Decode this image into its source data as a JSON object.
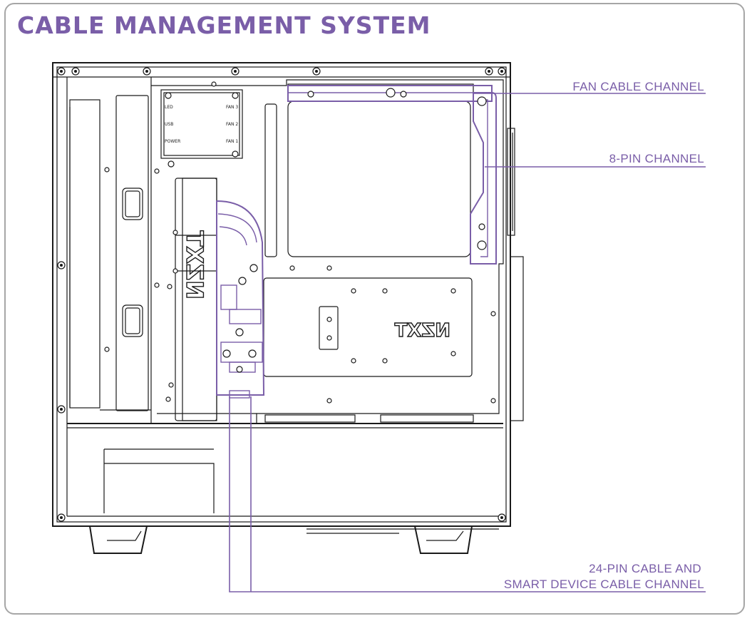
{
  "title": "CABLE MANAGEMENT SYSTEM",
  "callouts": {
    "fan_cable_channel": "FAN CABLE CHANNEL",
    "eight_pin_channel": "8-PIN  CHANNEL",
    "twentyfour_pin_line1": "24-PIN CABLE AND",
    "twentyfour_pin_line2": "SMART DEVICE CABLE CHANNEL"
  },
  "controller_labels": {
    "led": "LED",
    "usb": "USB",
    "power": "POWER",
    "fan3": "FAN 3",
    "fan2": "FAN 2",
    "fan1": "FAN 1"
  },
  "logo": "NZXT",
  "colors": {
    "accent": "#7a5ea8",
    "line": "#1a1a1a",
    "frame": "#a6a6a6"
  }
}
